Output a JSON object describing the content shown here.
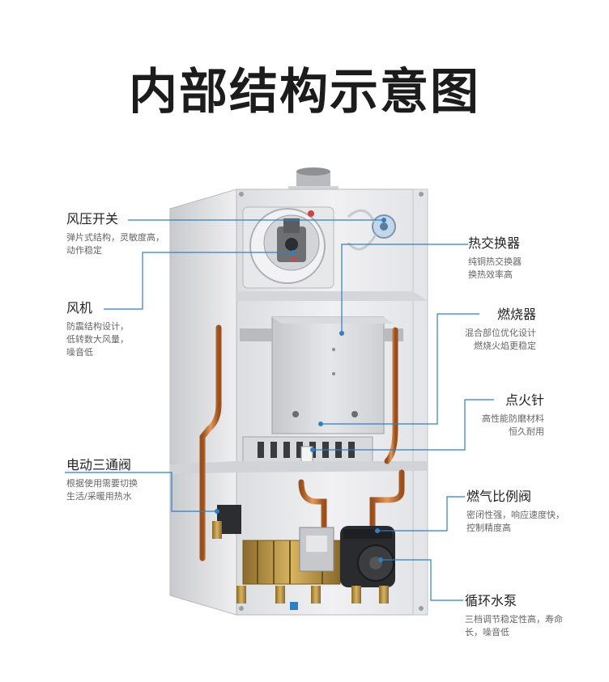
{
  "page": {
    "title": "内部结构示意图"
  },
  "colors": {
    "accent": "#2f7fc4",
    "pipe": "#c8702e",
    "panel": "#e9e9eb"
  },
  "labels": {
    "fan_pressure_switch": {
      "name": "风压开关",
      "desc1": "弹片式结构，灵敏度高，",
      "desc2": "动作稳定"
    },
    "fan": {
      "name": "风机",
      "desc1": "防震结构设计，",
      "desc2": "低转数大风量，",
      "desc3": "噪音低"
    },
    "three_way_valve": {
      "name": "电动三通阀",
      "desc1": "根据使用需要切换",
      "desc2": "生活/采暖用热水"
    },
    "heat_exchanger": {
      "name": "热交换器",
      "desc1": "纯铜热交换器",
      "desc2": "换热效率高"
    },
    "burner": {
      "name": "燃烧器",
      "desc1": "混合部位优化设计",
      "desc2": "燃烧火焰更稳定"
    },
    "igniter": {
      "name": "点火针",
      "desc1": "高性能防磨材料",
      "desc2": "恒久耐用"
    },
    "gas_valve": {
      "name": "燃气比例阀",
      "desc1": "密闭性强，响应速度快，",
      "desc2": "控制精度高"
    },
    "pump": {
      "name": "循环水泵",
      "desc1": "三档调节稳定性高，寿命",
      "desc2": "长，噪音低"
    }
  }
}
